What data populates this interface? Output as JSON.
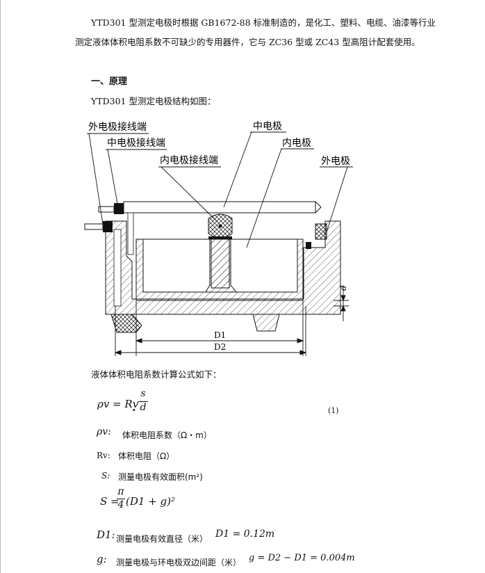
{
  "intro": {
    "line1": "YTD301 型测定电极时根据 GB1672-88 标准制造的，是化工、塑料、电缆、油漆等行业",
    "line2": "测定液体体积电阻系数不可缺少的专用器件，它与 ZC36 型或 ZC43 型高阻计配套使用。"
  },
  "section1": {
    "heading": "一、原理",
    "caption": "YTD301 型测定电极结构如图："
  },
  "diagram": {
    "labels": {
      "outer_terminal": "外电极接线端",
      "middle_terminal": "中电极接线端",
      "inner_terminal": "内电极接线端",
      "middle_electrode": "中电极",
      "inner_electrode": "内电极",
      "outer_electrode": "外电极",
      "d": "d",
      "D1": "D1",
      "D2": "D2"
    }
  },
  "formula_intro": "液体体积电阻系数计算公式如下：",
  "eq1": {
    "lhs": "ρv = Rv",
    "dot": ".",
    "num": "s",
    "den": "d",
    "number": "(1)"
  },
  "defs": [
    {
      "sym": "ρv:",
      "text": "体积电阻系数（Ω・m）"
    },
    {
      "sym": "Rv:",
      "text": "体积电阻（Ω）"
    },
    {
      "sym": "S:",
      "text": "测量电极有效面积(m²)"
    }
  ],
  "eq2": {
    "lhs": "S =",
    "num": "π",
    "den": "4",
    "rhs": "(D1 + g)²"
  },
  "defs2": [
    {
      "sym": "D1:",
      "text": "测量电极有效直径（米）",
      "formula": "D1 = 0.12m"
    },
    {
      "sym": "g:",
      "text": "测量电极与环电极双边间距（米）",
      "formula": "g = D2 − D1 = 0.004m"
    }
  ]
}
